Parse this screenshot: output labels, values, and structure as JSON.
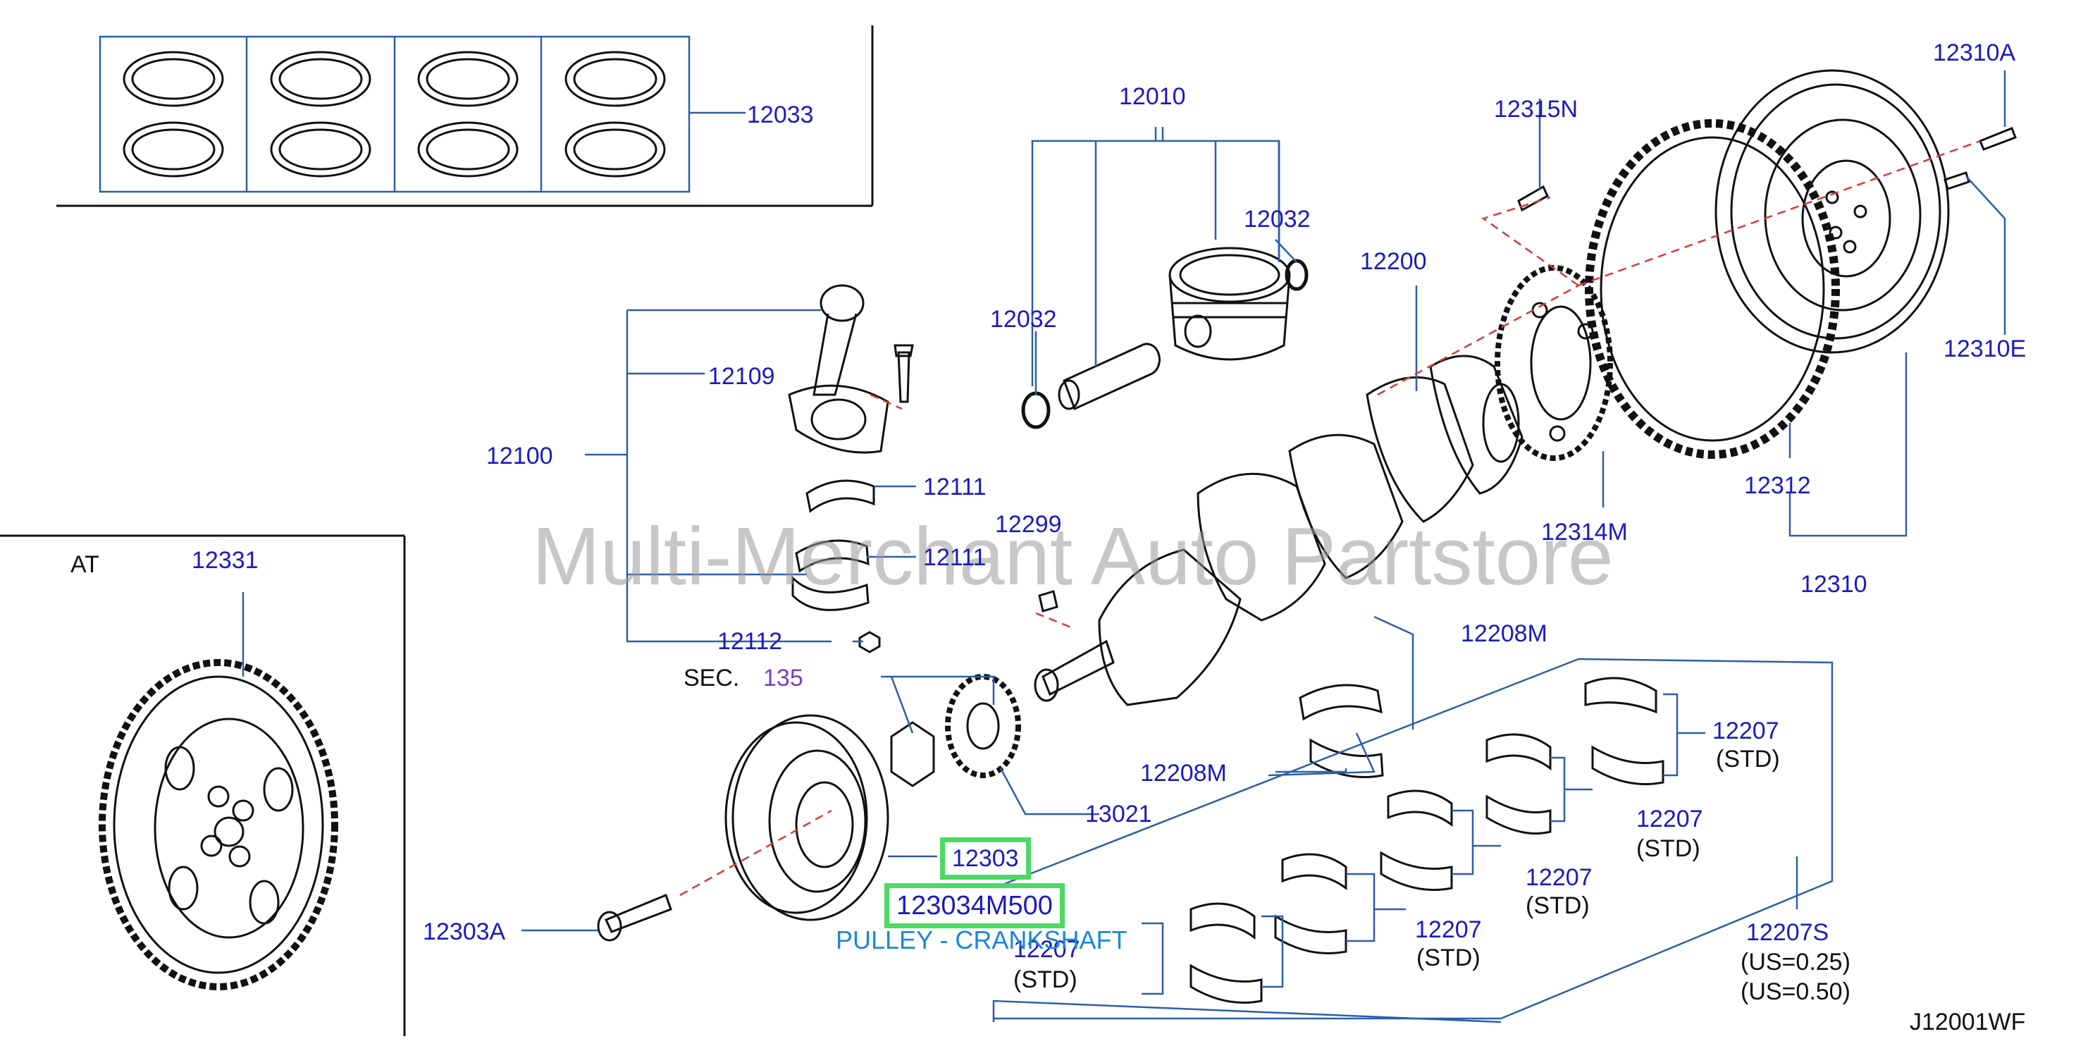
{
  "watermark": "Multi-Merchant Auto Partstore",
  "drawing_code": "J12001WF",
  "at_label": "AT",
  "sec_label": "SEC.",
  "sec_number": "135",
  "highlight": {
    "part": "12303",
    "part_number": "123034M500",
    "description": "PULLEY - CRANKSHAFT"
  },
  "parts": {
    "p12033": "12033",
    "p12010": "12010",
    "p12032a": "12032",
    "p12032b": "12032",
    "p12315N": "12315N",
    "p12310A": "12310A",
    "p12310E": "12310E",
    "p12200": "12200",
    "p12109": "12109",
    "p12100": "12100",
    "p12111a": "12111",
    "p12111b": "12111",
    "p12299": "12299",
    "p12112": "12112",
    "p12314M": "12314M",
    "p12312": "12312",
    "p12310": "12310",
    "p12331": "12331",
    "p12208Ma": "12208M",
    "p12208Mb": "12208M",
    "p13021": "13021",
    "p12303A": "12303A",
    "p12207a": "12207",
    "p12207b": "12207",
    "p12207c": "12207",
    "p12207d": "12207",
    "p12207e": "12207",
    "p12207S": "12207S"
  },
  "notes": {
    "std_a": "(STD)",
    "std_b": "(STD)",
    "std_c": "(STD)",
    "std_d": "(STD)",
    "std_e": "(STD)",
    "us025": "(US=0.25)",
    "us050": "(US=0.50)"
  },
  "colors": {
    "label_blue": "#1b1bbd",
    "line_blue": "#2d5fa8",
    "highlight_green": "#4cd964",
    "description_cyan": "#1a88d6",
    "dash_red": "#d83a3a",
    "sec_purple": "#7b3fc4"
  }
}
